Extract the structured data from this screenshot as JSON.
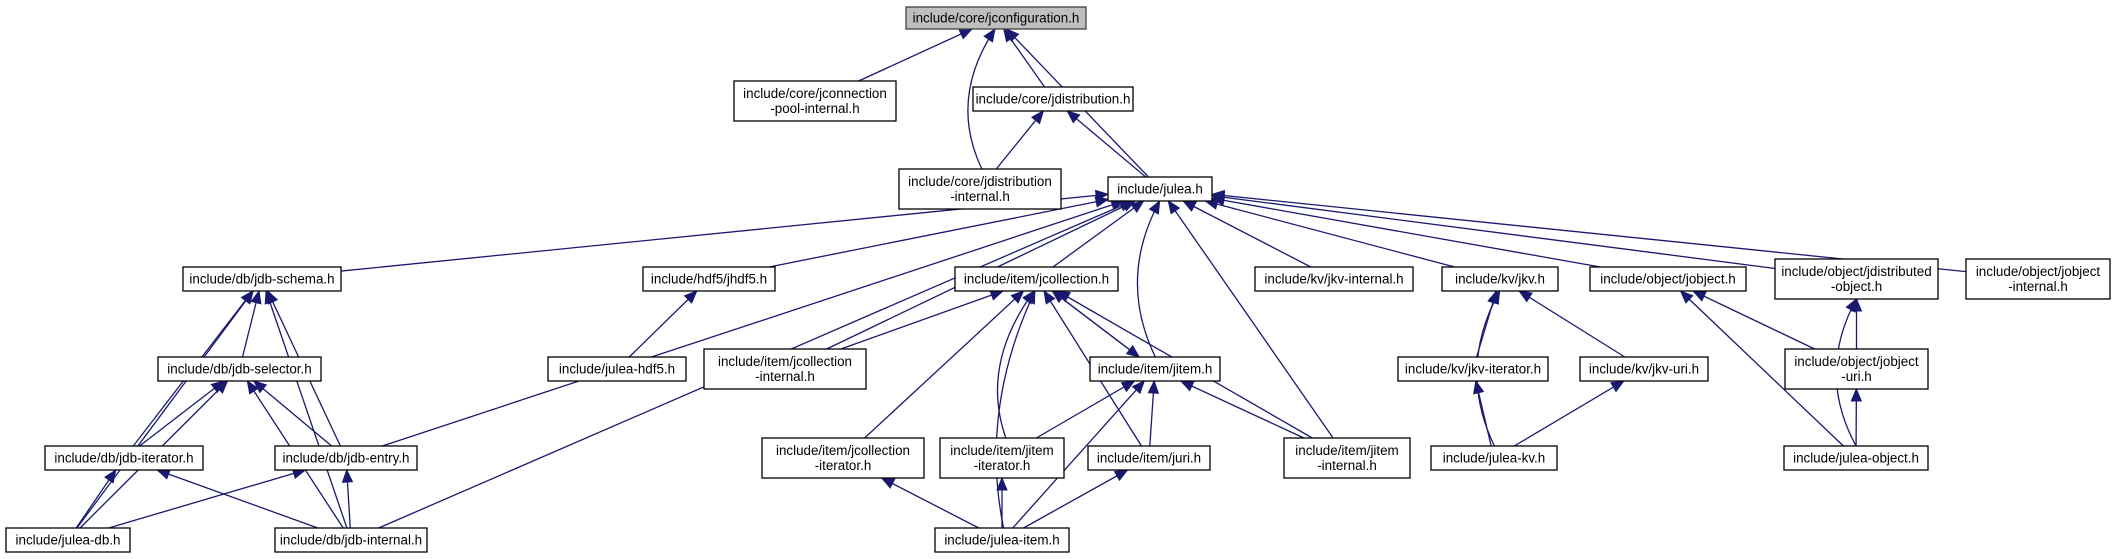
{
  "graph": {
    "title": "include/core/jconfiguration.h",
    "nodes": [
      {
        "id": "jconfiguration",
        "lines": [
          "include/core/jconfiguration.h"
        ],
        "root": true
      },
      {
        "id": "jconnection",
        "lines": [
          "include/core/jconnection",
          "-pool-internal.h"
        ]
      },
      {
        "id": "jdistribution",
        "lines": [
          "include/core/jdistribution.h"
        ]
      },
      {
        "id": "jdistribution_int",
        "lines": [
          "include/core/jdistribution",
          "-internal.h"
        ]
      },
      {
        "id": "julea",
        "lines": [
          "include/julea.h"
        ]
      },
      {
        "id": "jdb_schema",
        "lines": [
          "include/db/jdb-schema.h"
        ]
      },
      {
        "id": "jhdf5",
        "lines": [
          "include/hdf5/jhdf5.h"
        ]
      },
      {
        "id": "jcollection",
        "lines": [
          "include/item/jcollection.h"
        ]
      },
      {
        "id": "jkv_internal",
        "lines": [
          "include/kv/jkv-internal.h"
        ]
      },
      {
        "id": "jkv",
        "lines": [
          "include/kv/jkv.h"
        ]
      },
      {
        "id": "jobject",
        "lines": [
          "include/object/jobject.h"
        ]
      },
      {
        "id": "jdistributed_object",
        "lines": [
          "include/object/jdistributed",
          "-object.h"
        ]
      },
      {
        "id": "jobject_internal",
        "lines": [
          "include/object/jobject",
          "-internal.h"
        ]
      },
      {
        "id": "jdb_selector",
        "lines": [
          "include/db/jdb-selector.h"
        ]
      },
      {
        "id": "julea_hdf5",
        "lines": [
          "include/julea-hdf5.h"
        ]
      },
      {
        "id": "jcollection_internal",
        "lines": [
          "include/item/jcollection",
          "-internal.h"
        ]
      },
      {
        "id": "jitem",
        "lines": [
          "include/item/jitem.h"
        ]
      },
      {
        "id": "jkv_iterator",
        "lines": [
          "include/kv/jkv-iterator.h"
        ]
      },
      {
        "id": "jkv_uri",
        "lines": [
          "include/kv/jkv-uri.h"
        ]
      },
      {
        "id": "jobject_uri",
        "lines": [
          "include/object/jobject",
          "-uri.h"
        ]
      },
      {
        "id": "jdb_iterator",
        "lines": [
          "include/db/jdb-iterator.h"
        ]
      },
      {
        "id": "jdb_entry",
        "lines": [
          "include/db/jdb-entry.h"
        ]
      },
      {
        "id": "jcollection_iterator",
        "lines": [
          "include/item/jcollection",
          "-iterator.h"
        ]
      },
      {
        "id": "jitem_iterator",
        "lines": [
          "include/item/jitem",
          "-iterator.h"
        ]
      },
      {
        "id": "juri",
        "lines": [
          "include/item/juri.h"
        ]
      },
      {
        "id": "jitem_internal",
        "lines": [
          "include/item/jitem",
          "-internal.h"
        ]
      },
      {
        "id": "julea_kv",
        "lines": [
          "include/julea-kv.h"
        ]
      },
      {
        "id": "julea_object",
        "lines": [
          "include/julea-object.h"
        ]
      },
      {
        "id": "julea_db",
        "lines": [
          "include/julea-db.h"
        ]
      },
      {
        "id": "jdb_internal",
        "lines": [
          "include/db/jdb-internal.h"
        ]
      },
      {
        "id": "julea_item",
        "lines": [
          "include/julea-item.h"
        ]
      }
    ],
    "edges": [
      {
        "from": "jconfiguration",
        "to": "jconnection"
      },
      {
        "from": "jconfiguration",
        "to": "jdistribution"
      },
      {
        "from": "jconfiguration",
        "to": "jdistribution_int"
      },
      {
        "from": "jconfiguration",
        "to": "julea"
      },
      {
        "from": "jdistribution",
        "to": "jdistribution_int"
      },
      {
        "from": "jdistribution",
        "to": "julea"
      },
      {
        "from": "julea",
        "to": "jdb_schema"
      },
      {
        "from": "julea",
        "to": "jhdf5"
      },
      {
        "from": "julea",
        "to": "jcollection"
      },
      {
        "from": "julea",
        "to": "jkv_internal"
      },
      {
        "from": "julea",
        "to": "jkv"
      },
      {
        "from": "julea",
        "to": "jobject"
      },
      {
        "from": "julea",
        "to": "jdistributed_object"
      },
      {
        "from": "julea",
        "to": "jobject_internal"
      },
      {
        "from": "julea",
        "to": "jcollection_internal"
      },
      {
        "from": "julea",
        "to": "jitem"
      },
      {
        "from": "julea",
        "to": "jitem_internal"
      },
      {
        "from": "julea",
        "to": "jdb_entry"
      },
      {
        "from": "julea",
        "to": "jdb_internal"
      },
      {
        "from": "jdb_schema",
        "to": "jdb_selector"
      },
      {
        "from": "jdb_schema",
        "to": "jdb_iterator"
      },
      {
        "from": "jdb_schema",
        "to": "jdb_entry"
      },
      {
        "from": "jdb_schema",
        "to": "julea_db"
      },
      {
        "from": "jdb_schema",
        "to": "jdb_internal"
      },
      {
        "from": "jdb_selector",
        "to": "jdb_iterator"
      },
      {
        "from": "jdb_selector",
        "to": "jdb_entry"
      },
      {
        "from": "jdb_selector",
        "to": "julea_db"
      },
      {
        "from": "jdb_selector",
        "to": "jdb_internal"
      },
      {
        "from": "jdb_iterator",
        "to": "julea_db"
      },
      {
        "from": "jdb_iterator",
        "to": "jdb_internal"
      },
      {
        "from": "jdb_entry",
        "to": "julea_db"
      },
      {
        "from": "jdb_entry",
        "to": "jdb_internal"
      },
      {
        "from": "jhdf5",
        "to": "julea_hdf5"
      },
      {
        "from": "jcollection",
        "to": "jcollection_internal"
      },
      {
        "from": "jcollection",
        "to": "jitem"
      },
      {
        "from": "jcollection",
        "to": "jcollection_iterator"
      },
      {
        "from": "jcollection",
        "to": "jitem_iterator"
      },
      {
        "from": "jcollection",
        "to": "juri"
      },
      {
        "from": "jcollection",
        "to": "jitem_internal"
      },
      {
        "from": "jcollection",
        "to": "julea_item"
      },
      {
        "from": "jitem",
        "to": "jcollection"
      },
      {
        "from": "jitem",
        "to": "jitem_iterator"
      },
      {
        "from": "jitem",
        "to": "juri"
      },
      {
        "from": "jitem",
        "to": "jitem_internal"
      },
      {
        "from": "jitem",
        "to": "julea_item"
      },
      {
        "from": "jcollection_iterator",
        "to": "julea_item"
      },
      {
        "from": "jitem_iterator",
        "to": "julea_item"
      },
      {
        "from": "juri",
        "to": "julea_item"
      },
      {
        "from": "jkv",
        "to": "jkv_iterator"
      },
      {
        "from": "jkv",
        "to": "jkv_uri"
      },
      {
        "from": "jkv",
        "to": "julea_kv"
      },
      {
        "from": "jkv_iterator",
        "to": "julea_kv"
      },
      {
        "from": "jkv_uri",
        "to": "julea_kv"
      },
      {
        "from": "jobject",
        "to": "jobject_uri"
      },
      {
        "from": "jobject",
        "to": "julea_object"
      },
      {
        "from": "jdistributed_object",
        "to": "jobject_uri"
      },
      {
        "from": "jdistributed_object",
        "to": "julea_object"
      },
      {
        "from": "jobject_uri",
        "to": "julea_object"
      }
    ]
  }
}
